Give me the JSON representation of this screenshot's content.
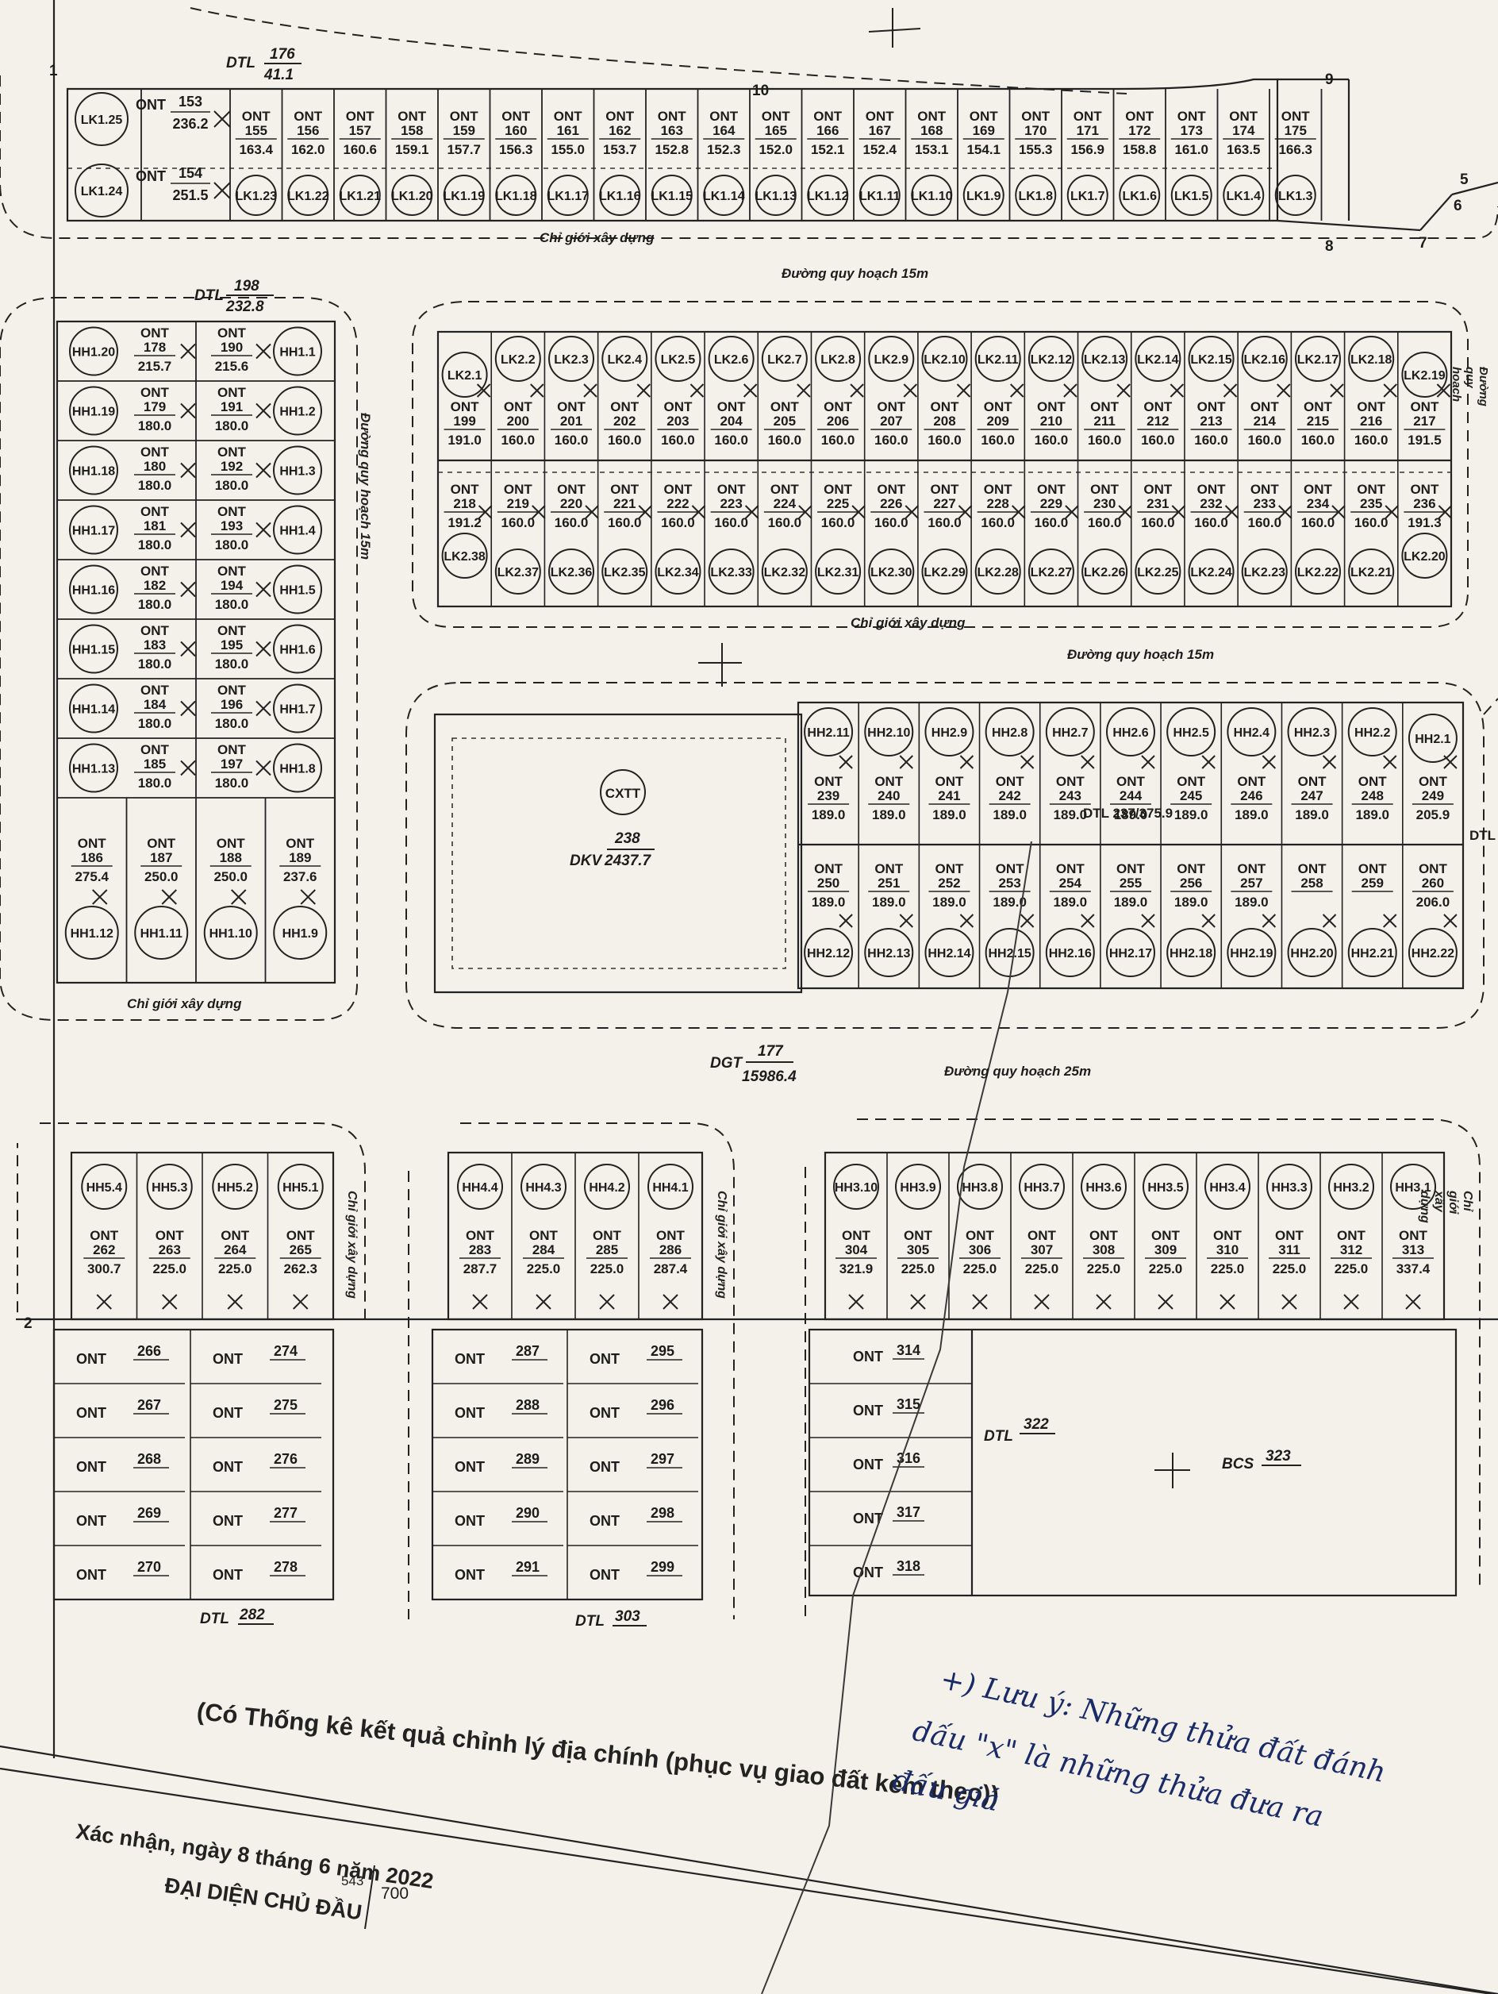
{
  "labels": {
    "road_15m_top": "Đường quy hoạch 15m",
    "road_15m_mid": "Đường quy hoạch 15m",
    "road_15m_vertical": "Đường quy hoạch 15m",
    "road_25m": "Đường quy hoạch 25m",
    "road_right_edge": "Đường quy hoạch",
    "chi_gioi_lk1": "Chỉ giới xây dựng",
    "chi_gioi_lk2": "Chỉ giới xây dựng",
    "chi_gioi_hh1": "Chỉ giới xây dựng",
    "chi_gioi_hh5": "Chỉ giới xây dựng",
    "chi_gioi_hh4": "Chỉ giới xây dựng",
    "chi_gioi_hh3": "Chỉ giới xây dựng",
    "dtl_176": {
      "code": "DTL",
      "num": "176",
      "area": "41.1"
    },
    "dtl_198": {
      "code": "DTL",
      "num": "198",
      "area": "232.8"
    },
    "dtl_237": "DTL 237/375.9",
    "dtl_right": "DTL",
    "dgt": {
      "code": "DGT",
      "num": "177",
      "area": "15986.4"
    },
    "dkv": {
      "code": "DKV",
      "num": "238",
      "area": "2437.7"
    },
    "cxtt": "CXTT",
    "dtl_282": {
      "code": "DTL",
      "num": "282"
    },
    "dtl_303": {
      "code": "DTL",
      "num": "303"
    },
    "dtl_322": {
      "code": "DTL",
      "num": "322"
    },
    "bcs": {
      "code": "BCS",
      "num": "323"
    },
    "pt_1": "1",
    "pt_2": "2",
    "pt_5": "5",
    "pt_6": "6",
    "pt_7": "7",
    "pt_8": "8",
    "pt_9": "9",
    "pt_10": "10"
  },
  "lk1_top": [
    {
      "num": "155",
      "area": "163.4"
    },
    {
      "num": "156",
      "area": "162.0"
    },
    {
      "num": "157",
      "area": "160.6"
    },
    {
      "num": "158",
      "area": "159.1"
    },
    {
      "num": "159",
      "area": "157.7"
    },
    {
      "num": "160",
      "area": "156.3"
    },
    {
      "num": "161",
      "area": "155.0"
    },
    {
      "num": "162",
      "area": "153.7"
    },
    {
      "num": "163",
      "area": "152.8"
    },
    {
      "num": "164",
      "area": "152.3"
    },
    {
      "num": "165",
      "area": "152.0"
    },
    {
      "num": "166",
      "area": "152.1"
    },
    {
      "num": "167",
      "area": "152.4"
    },
    {
      "num": "168",
      "area": "153.1"
    },
    {
      "num": "169",
      "area": "154.1"
    },
    {
      "num": "170",
      "area": "155.3"
    },
    {
      "num": "171",
      "area": "156.9"
    },
    {
      "num": "172",
      "area": "158.8"
    },
    {
      "num": "173",
      "area": "161.0"
    },
    {
      "num": "174",
      "area": "163.5"
    },
    {
      "num": "175",
      "area": "166.3"
    }
  ],
  "lk1_circles": [
    "LK1.23",
    "LK1.22",
    "LK1.21",
    "LK1.20",
    "LK1.19",
    "LK1.18",
    "LK1.17",
    "LK1.16",
    "LK1.15",
    "LK1.14",
    "LK1.13",
    "LK1.12",
    "LK1.11",
    "LK1.10",
    "LK1.9",
    "LK1.8",
    "LK1.7",
    "LK1.6",
    "LK1.5",
    "LK1.4",
    "LK1.3"
  ],
  "lk1_end": [
    {
      "circle": "LK1.25",
      "num": "153",
      "area": "236.2"
    },
    {
      "circle": "LK1.24",
      "num": "154",
      "area": "251.5"
    }
  ],
  "hh1_rows": [
    {
      "lc": "HH1.20",
      "ln": "178",
      "la": "215.7",
      "rn": "190",
      "ra": "215.6",
      "rc": "HH1.1"
    },
    {
      "lc": "HH1.19",
      "ln": "179",
      "la": "180.0",
      "rn": "191",
      "ra": "180.0",
      "rc": "HH1.2"
    },
    {
      "lc": "HH1.18",
      "ln": "180",
      "la": "180.0",
      "rn": "192",
      "ra": "180.0",
      "rc": "HH1.3"
    },
    {
      "lc": "HH1.17",
      "ln": "181",
      "la": "180.0",
      "rn": "193",
      "ra": "180.0",
      "rc": "HH1.4"
    },
    {
      "lc": "HH1.16",
      "ln": "182",
      "la": "180.0",
      "rn": "194",
      "ra": "180.0",
      "rc": "HH1.5"
    },
    {
      "lc": "HH1.15",
      "ln": "183",
      "la": "180.0",
      "rn": "195",
      "ra": "180.0",
      "rc": "HH1.6"
    },
    {
      "lc": "HH1.14",
      "ln": "184",
      "la": "180.0",
      "rn": "196",
      "ra": "180.0",
      "rc": "HH1.7"
    },
    {
      "lc": "HH1.13",
      "ln": "185",
      "la": "180.0",
      "rn": "197",
      "ra": "180.0",
      "rc": "HH1.8"
    }
  ],
  "hh1_bottom": [
    {
      "num": "186",
      "area": "275.4",
      "circle": "HH1.12"
    },
    {
      "num": "187",
      "area": "250.0",
      "circle": "HH1.11"
    },
    {
      "num": "188",
      "area": "250.0",
      "circle": "HH1.10"
    },
    {
      "num": "189",
      "area": "237.6",
      "circle": "HH1.9"
    }
  ],
  "lk2_top_circles": [
    "LK2.1",
    "LK2.2",
    "LK2.3",
    "LK2.4",
    "LK2.5",
    "LK2.6",
    "LK2.7",
    "LK2.8",
    "LK2.9",
    "LK2.10",
    "LK2.11",
    "LK2.12",
    "LK2.13",
    "LK2.14",
    "LK2.15",
    "LK2.16",
    "LK2.17",
    "LK2.18",
    "LK2.19"
  ],
  "lk2_top": [
    {
      "num": "199",
      "area": "191.0"
    },
    {
      "num": "200",
      "area": "160.0"
    },
    {
      "num": "201",
      "area": "160.0"
    },
    {
      "num": "202",
      "area": "160.0"
    },
    {
      "num": "203",
      "area": "160.0"
    },
    {
      "num": "204",
      "area": "160.0"
    },
    {
      "num": "205",
      "area": "160.0"
    },
    {
      "num": "206",
      "area": "160.0"
    },
    {
      "num": "207",
      "area": "160.0"
    },
    {
      "num": "208",
      "area": "160.0"
    },
    {
      "num": "209",
      "area": "160.0"
    },
    {
      "num": "210",
      "area": "160.0"
    },
    {
      "num": "211",
      "area": "160.0"
    },
    {
      "num": "212",
      "area": "160.0"
    },
    {
      "num": "213",
      "area": "160.0"
    },
    {
      "num": "214",
      "area": "160.0"
    },
    {
      "num": "215",
      "area": "160.0"
    },
    {
      "num": "216",
      "area": "160.0"
    },
    {
      "num": "217",
      "area": "191.5"
    }
  ],
  "lk2_bottom": [
    {
      "num": "218",
      "area": "191.2"
    },
    {
      "num": "219",
      "area": "160.0"
    },
    {
      "num": "220",
      "area": "160.0"
    },
    {
      "num": "221",
      "area": "160.0"
    },
    {
      "num": "222",
      "area": "160.0"
    },
    {
      "num": "223",
      "area": "160.0"
    },
    {
      "num": "224",
      "area": "160.0"
    },
    {
      "num": "225",
      "area": "160.0"
    },
    {
      "num": "226",
      "area": "160.0"
    },
    {
      "num": "227",
      "area": "160.0"
    },
    {
      "num": "228",
      "area": "160.0"
    },
    {
      "num": "229",
      "area": "160.0"
    },
    {
      "num": "230",
      "area": "160.0"
    },
    {
      "num": "231",
      "area": "160.0"
    },
    {
      "num": "232",
      "area": "160.0"
    },
    {
      "num": "233",
      "area": "160.0"
    },
    {
      "num": "234",
      "area": "160.0"
    },
    {
      "num": "235",
      "area": "160.0"
    },
    {
      "num": "236",
      "area": "191.3"
    }
  ],
  "lk2_bottom_circles": [
    "LK2.38",
    "LK2.37",
    "LK2.36",
    "LK2.35",
    "LK2.34",
    "LK2.33",
    "LK2.32",
    "LK2.31",
    "LK2.30",
    "LK2.29",
    "LK2.28",
    "LK2.27",
    "LK2.26",
    "LK2.25",
    "LK2.24",
    "LK2.23",
    "LK2.22",
    "LK2.21",
    "LK2.20"
  ],
  "hh2_top_circles": [
    "HH2.11",
    "HH2.10",
    "HH2.9",
    "HH2.8",
    "HH2.7",
    "HH2.6",
    "HH2.5",
    "HH2.4",
    "HH2.3",
    "HH2.2",
    "HH2.1"
  ],
  "hh2_top": [
    {
      "num": "239",
      "area": "189.0"
    },
    {
      "num": "240",
      "area": "189.0"
    },
    {
      "num": "241",
      "area": "189.0"
    },
    {
      "num": "242",
      "area": "189.0"
    },
    {
      "num": "243",
      "area": "189.0"
    },
    {
      "num": "244",
      "area": "189.0"
    },
    {
      "num": "245",
      "area": "189.0"
    },
    {
      "num": "246",
      "area": "189.0"
    },
    {
      "num": "247",
      "area": "189.0"
    },
    {
      "num": "248",
      "area": "189.0"
    },
    {
      "num": "249",
      "area": "205.9"
    }
  ],
  "hh2_bottom": [
    {
      "num": "250",
      "area": "189.0"
    },
    {
      "num": "251",
      "area": "189.0"
    },
    {
      "num": "252",
      "area": "189.0"
    },
    {
      "num": "253",
      "area": "189.0"
    },
    {
      "num": "254",
      "area": "189.0"
    },
    {
      "num": "255",
      "area": "189.0"
    },
    {
      "num": "256",
      "area": "189.0"
    },
    {
      "num": "257",
      "area": "189.0"
    },
    {
      "num": "258",
      "area": ""
    },
    {
      "num": "259",
      "area": ""
    },
    {
      "num": "260",
      "area": "206.0"
    }
  ],
  "hh2_bottom_circles": [
    "HH2.12",
    "HH2.13",
    "HH2.14",
    "HH2.15",
    "HH2.16",
    "HH2.17",
    "HH2.18",
    "HH2.19",
    "HH2.20",
    "HH2.21",
    "HH2.22"
  ],
  "hh5": [
    {
      "circle": "HH5.4",
      "num": "262",
      "area": "300.7"
    },
    {
      "circle": "HH5.3",
      "num": "263",
      "area": "225.0"
    },
    {
      "circle": "HH5.2",
      "num": "264",
      "area": "225.0"
    },
    {
      "circle": "HH5.1",
      "num": "265",
      "area": "262.3"
    }
  ],
  "hh4": [
    {
      "circle": "HH4.4",
      "num": "283",
      "area": "287.7"
    },
    {
      "circle": "HH4.3",
      "num": "284",
      "area": "225.0"
    },
    {
      "circle": "HH4.2",
      "num": "285",
      "area": "225.0"
    },
    {
      "circle": "HH4.1",
      "num": "286",
      "area": "287.4"
    }
  ],
  "hh3": [
    {
      "circle": "HH3.10",
      "num": "304",
      "area": "321.9"
    },
    {
      "circle": "HH3.9",
      "num": "305",
      "area": "225.0"
    },
    {
      "circle": "HH3.8",
      "num": "306",
      "area": "225.0"
    },
    {
      "circle": "HH3.7",
      "num": "307",
      "area": "225.0"
    },
    {
      "circle": "HH3.6",
      "num": "308",
      "area": "225.0"
    },
    {
      "circle": "HH3.5",
      "num": "309",
      "area": "225.0"
    },
    {
      "circle": "HH3.4",
      "num": "310",
      "area": "225.0"
    },
    {
      "circle": "HH3.3",
      "num": "311",
      "area": "225.0"
    },
    {
      "circle": "HH3.2",
      "num": "312",
      "area": "225.0"
    },
    {
      "circle": "HH3.1",
      "num": "313",
      "area": "337.4"
    }
  ],
  "south_a": {
    "left": [
      "266",
      "267",
      "268",
      "269",
      "270"
    ],
    "right": [
      "274",
      "275",
      "276",
      "277",
      "278"
    ]
  },
  "south_b": {
    "left": [
      "287",
      "288",
      "289",
      "290",
      "291"
    ],
    "right": [
      "295",
      "296",
      "297",
      "298",
      "299"
    ]
  },
  "south_c": [
    "314",
    "315",
    "316",
    "317",
    "318"
  ],
  "ont": "ONT",
  "footer": {
    "statistics": "(Có Thống kê kết quả chỉnh lý địa chính (phục vụ giao đất kèm theo))",
    "confirm": "Xác nhận, ngày 8 tháng 6 năm 2022",
    "rep": "ĐẠI DIỆN CHỦ ĐẦU",
    "cell_a": "543",
    "cell_b": "700"
  },
  "note": {
    "line1": "+) Lưu ý: Những thửa đất đánh",
    "line2": "dấu \"x\" là những thửa đưa ra",
    "line3": "đấu giá"
  }
}
